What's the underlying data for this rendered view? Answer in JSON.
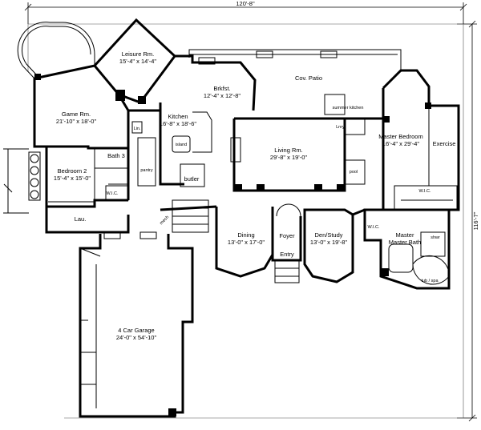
{
  "dimensions": {
    "overall_width": "120'-8\"",
    "overall_depth": "116'-7\""
  },
  "rooms": {
    "leisure": {
      "name": "Leisure Rm.",
      "size": "15'-4\" x 14'-4\""
    },
    "game": {
      "name": "Game Rm.",
      "size": "21'-10\" x 18'-0\""
    },
    "brkfst": {
      "name": "Brkfst.",
      "size": "12'-4\" x 12'-8\""
    },
    "cov_patio": {
      "name": "Cov. Patio"
    },
    "kitchen": {
      "name": "Kitchen",
      "size": "16'-8\" x 18'-6\""
    },
    "island": {
      "name": "island"
    },
    "living": {
      "name": "Living Rm.",
      "size": "29'-8\" x 19'-0\""
    },
    "master_bed": {
      "name": "Master Bedroom",
      "size": "16'-4\" x 29'-4\""
    },
    "exercise": {
      "name": "Exercise"
    },
    "bath3": {
      "name": "Bath 3"
    },
    "bedroom2": {
      "name": "Bedroom 2",
      "size": "15'-4\" x 15'-0\""
    },
    "pantry": {
      "name": "pantry"
    },
    "butler": {
      "name": "butler"
    },
    "lin": {
      "name": "Lin."
    },
    "wic_bed2": {
      "name": "W.I.C."
    },
    "wic_master": {
      "name": "W.I.C."
    },
    "wic_small": {
      "name": "W.I.C."
    },
    "pool": {
      "name": "pool"
    },
    "lnry": {
      "name": "Lnry."
    },
    "laundry": {
      "name": "Lau."
    },
    "dining": {
      "name": "Dining",
      "size": "13'-0\" x 17'-0\""
    },
    "foyer": {
      "name": "Foyer"
    },
    "entry": {
      "name": "Entry"
    },
    "den": {
      "name": "Den/Study",
      "size": "13'-0\" x 19'-8\""
    },
    "master_bath": {
      "name": "Master Bath"
    },
    "shwr": {
      "name": "shwr"
    },
    "tub": {
      "name": "tub / spa"
    },
    "summer_kitchen": {
      "name": "summer kitchen"
    },
    "garage": {
      "name": "4 Car Garage",
      "size": "24'-0\" x 54'-10\""
    },
    "mech": {
      "name": "mech"
    }
  }
}
